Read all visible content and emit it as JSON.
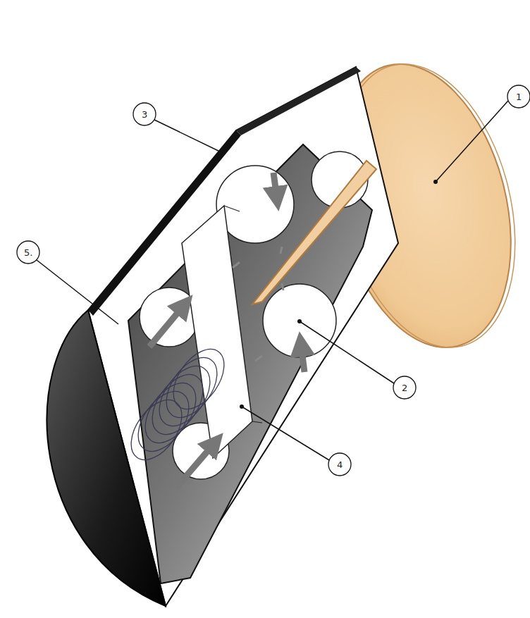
{
  "diagram": {
    "labels": [
      "1",
      "3",
      "5.",
      "2",
      "4"
    ]
  }
}
